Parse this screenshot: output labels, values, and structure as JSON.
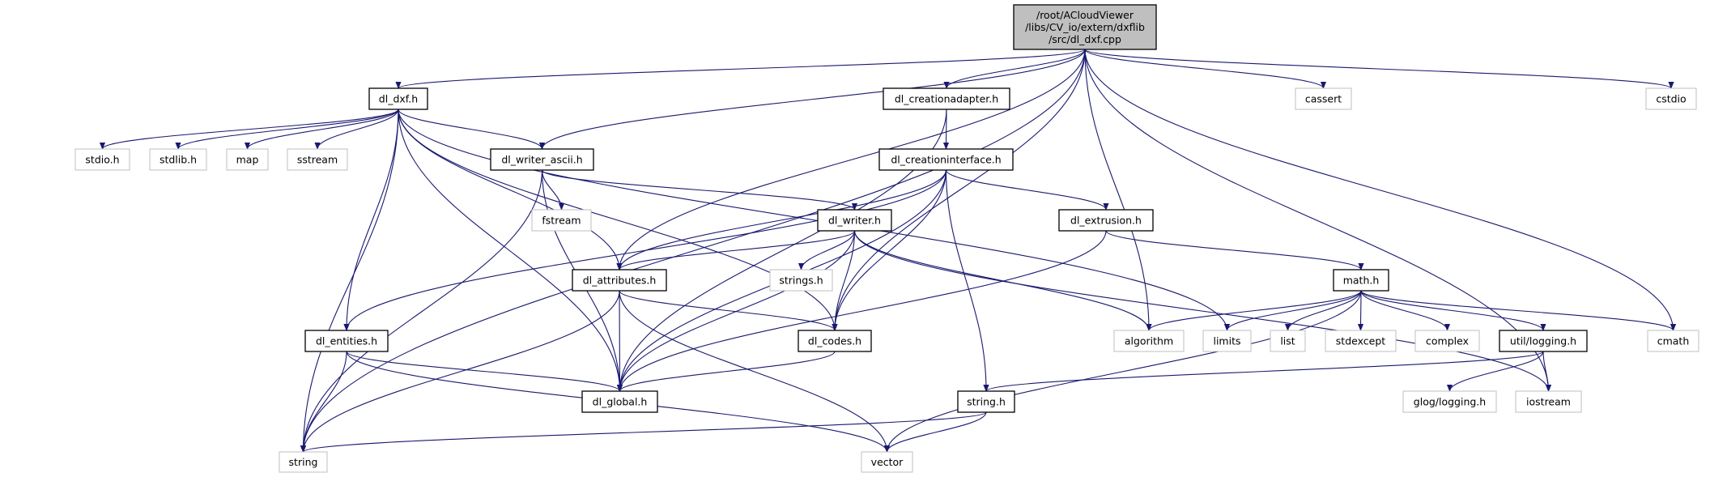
{
  "colors": {
    "edge": "#191970",
    "root_fill": "#bfbfbf",
    "doc_border": "#000000",
    "ext_border": "#bfbfbf"
  },
  "nodes": [
    {
      "id": "root",
      "lines": [
        "/root/ACloudViewer",
        "/libs/CV_io/extern/dxflib",
        "/src/dl_dxf.cpp"
      ],
      "kind": "root"
    },
    {
      "id": "dl_dxf",
      "lines": [
        "dl_dxf.h"
      ],
      "kind": "doc"
    },
    {
      "id": "dl_creationadapter",
      "lines": [
        "dl_creationadapter.h"
      ],
      "kind": "doc"
    },
    {
      "id": "cassert",
      "lines": [
        "cassert"
      ],
      "kind": "ext"
    },
    {
      "id": "cstdio",
      "lines": [
        "cstdio"
      ],
      "kind": "ext"
    },
    {
      "id": "stdio",
      "lines": [
        "stdio.h"
      ],
      "kind": "ext"
    },
    {
      "id": "stdlib",
      "lines": [
        "stdlib.h"
      ],
      "kind": "ext"
    },
    {
      "id": "map",
      "lines": [
        "map"
      ],
      "kind": "ext"
    },
    {
      "id": "sstream",
      "lines": [
        "sstream"
      ],
      "kind": "ext"
    },
    {
      "id": "dl_writer_ascii",
      "lines": [
        "dl_writer_ascii.h"
      ],
      "kind": "doc"
    },
    {
      "id": "dl_creationinterface",
      "lines": [
        "dl_creationinterface.h"
      ],
      "kind": "doc"
    },
    {
      "id": "fstream",
      "lines": [
        "fstream"
      ],
      "kind": "ext"
    },
    {
      "id": "dl_writer",
      "lines": [
        "dl_writer.h"
      ],
      "kind": "doc"
    },
    {
      "id": "dl_extrusion",
      "lines": [
        "dl_extrusion.h"
      ],
      "kind": "doc"
    },
    {
      "id": "dl_attributes",
      "lines": [
        "dl_attributes.h"
      ],
      "kind": "doc"
    },
    {
      "id": "strings",
      "lines": [
        "strings.h"
      ],
      "kind": "ext"
    },
    {
      "id": "math",
      "lines": [
        "math.h"
      ],
      "kind": "doc"
    },
    {
      "id": "dl_entities",
      "lines": [
        "dl_entities.h"
      ],
      "kind": "doc"
    },
    {
      "id": "dl_codes",
      "lines": [
        "dl_codes.h"
      ],
      "kind": "doc"
    },
    {
      "id": "algorithm",
      "lines": [
        "algorithm"
      ],
      "kind": "ext"
    },
    {
      "id": "limits",
      "lines": [
        "limits"
      ],
      "kind": "ext"
    },
    {
      "id": "list",
      "lines": [
        "list"
      ],
      "kind": "ext"
    },
    {
      "id": "stdexcept",
      "lines": [
        "stdexcept"
      ],
      "kind": "ext"
    },
    {
      "id": "complex",
      "lines": [
        "complex"
      ],
      "kind": "ext"
    },
    {
      "id": "util_logging",
      "lines": [
        "util/logging.h"
      ],
      "kind": "doc"
    },
    {
      "id": "cmath",
      "lines": [
        "cmath"
      ],
      "kind": "ext"
    },
    {
      "id": "dl_global",
      "lines": [
        "dl_global.h"
      ],
      "kind": "doc"
    },
    {
      "id": "string_h",
      "lines": [
        "string.h"
      ],
      "kind": "doc"
    },
    {
      "id": "glog_logging",
      "lines": [
        "glog/logging.h"
      ],
      "kind": "ext"
    },
    {
      "id": "iostream",
      "lines": [
        "iostream"
      ],
      "kind": "ext"
    },
    {
      "id": "string",
      "lines": [
        "string"
      ],
      "kind": "ext"
    },
    {
      "id": "vector",
      "lines": [
        "vector"
      ],
      "kind": "ext"
    }
  ],
  "edges": [
    [
      "root",
      "string"
    ],
    [
      "root",
      "dl_dxf"
    ],
    [
      "root",
      "dl_writer_ascii"
    ],
    [
      "root",
      "dl_attributes"
    ],
    [
      "root",
      "dl_creationadapter"
    ],
    [
      "root",
      "dl_codes"
    ],
    [
      "root",
      "algorithm"
    ],
    [
      "root",
      "cassert"
    ],
    [
      "root",
      "cstdio"
    ],
    [
      "root",
      "cmath"
    ],
    [
      "root",
      "iostream"
    ],
    [
      "dl_dxf",
      "string"
    ],
    [
      "dl_dxf",
      "stdio"
    ],
    [
      "dl_dxf",
      "stdlib"
    ],
    [
      "dl_dxf",
      "map"
    ],
    [
      "dl_dxf",
      "sstream"
    ],
    [
      "dl_dxf",
      "dl_writer_ascii"
    ],
    [
      "dl_dxf",
      "dl_entities"
    ],
    [
      "dl_dxf",
      "dl_global"
    ],
    [
      "dl_dxf",
      "dl_attributes"
    ],
    [
      "dl_dxf",
      "dl_codes"
    ],
    [
      "dl_dxf",
      "limits"
    ],
    [
      "dl_writer_ascii",
      "string"
    ],
    [
      "dl_writer_ascii",
      "dl_global"
    ],
    [
      "dl_writer_ascii",
      "fstream"
    ],
    [
      "dl_writer_ascii",
      "dl_writer"
    ],
    [
      "dl_creationadapter",
      "dl_global"
    ],
    [
      "dl_creationadapter",
      "dl_creationinterface"
    ],
    [
      "dl_creationinterface",
      "dl_entities"
    ],
    [
      "dl_creationinterface",
      "dl_attributes"
    ],
    [
      "dl_creationinterface",
      "dl_codes"
    ],
    [
      "dl_creationinterface",
      "dl_global"
    ],
    [
      "dl_creationinterface",
      "dl_extrusion"
    ],
    [
      "dl_creationinterface",
      "string_h"
    ],
    [
      "dl_writer",
      "dl_attributes"
    ],
    [
      "dl_writer",
      "strings"
    ],
    [
      "dl_writer",
      "dl_codes"
    ],
    [
      "dl_writer",
      "dl_global"
    ],
    [
      "dl_writer",
      "algorithm"
    ],
    [
      "dl_writer",
      "iostream"
    ],
    [
      "dl_extrusion",
      "dl_global"
    ],
    [
      "dl_extrusion",
      "math"
    ],
    [
      "dl_attributes",
      "string"
    ],
    [
      "dl_attributes",
      "dl_global"
    ],
    [
      "dl_attributes",
      "dl_codes"
    ],
    [
      "dl_attributes",
      "vector"
    ],
    [
      "dl_entities",
      "string"
    ],
    [
      "dl_entities",
      "dl_global"
    ],
    [
      "dl_entities",
      "vector"
    ],
    [
      "dl_codes",
      "dl_global"
    ],
    [
      "math",
      "algorithm"
    ],
    [
      "math",
      "limits"
    ],
    [
      "math",
      "list"
    ],
    [
      "math",
      "stdexcept"
    ],
    [
      "math",
      "complex"
    ],
    [
      "math",
      "util_logging"
    ],
    [
      "math",
      "cmath"
    ],
    [
      "math",
      "vector"
    ],
    [
      "util_logging",
      "string_h"
    ],
    [
      "util_logging",
      "glog_logging"
    ],
    [
      "util_logging",
      "iostream"
    ],
    [
      "string_h",
      "string"
    ],
    [
      "string_h",
      "vector"
    ]
  ]
}
